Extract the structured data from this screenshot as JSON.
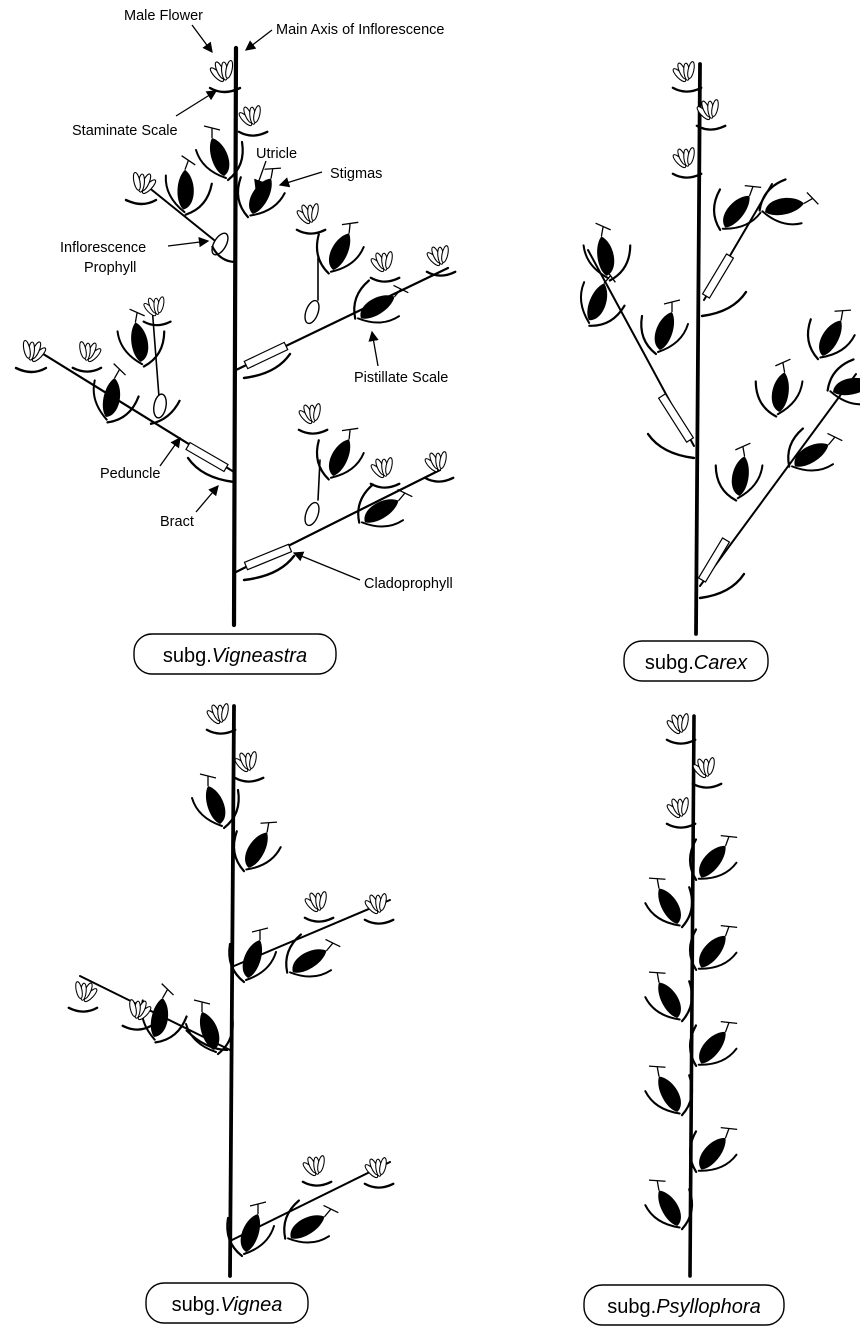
{
  "labels": {
    "male_flower": "Male Flower",
    "main_axis": "Main Axis of Inflorescence",
    "staminate_scale": "Staminate Scale",
    "utricle": "Utricle",
    "stigmas": "Stigmas",
    "inflorescence": "Inflorescence",
    "prophyll": "Prophyll",
    "pistillate_scale": "Pistillate Scale",
    "peduncle": "Peduncle",
    "bract": "Bract",
    "cladoprophyll": "Cladoprophyll"
  },
  "captions": {
    "vigneastra": {
      "prefix": "subg.",
      "name": "Vigneastra"
    },
    "carex": {
      "prefix": "subg.",
      "name": "Carex"
    },
    "vignea": {
      "prefix": "subg.",
      "name": "Vignea"
    },
    "psyllophora": {
      "prefix": "subg.",
      "name": "Psyllophora"
    }
  },
  "colors": {
    "ink": "#000000",
    "paper": "#ffffff"
  }
}
